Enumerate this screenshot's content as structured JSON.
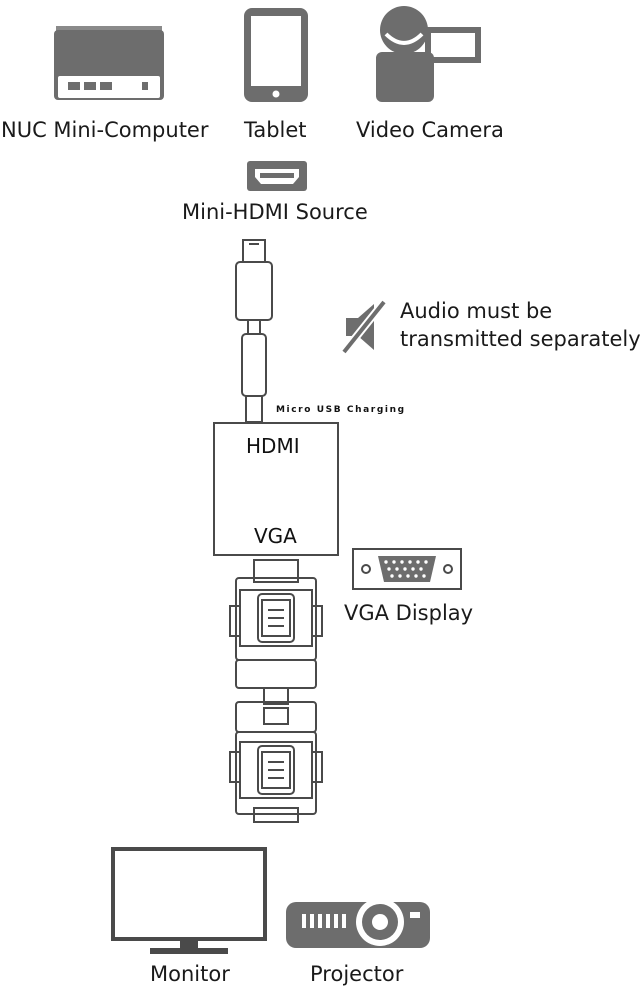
{
  "sources": {
    "nuc": "NUC Mini-Computer",
    "tablet": "Tablet",
    "camera": "Video Camera"
  },
  "source_port": "Mini-HDMI Source",
  "audio_note": {
    "line1": "Audio must be",
    "line2": "transmitted separately"
  },
  "adapter": {
    "usb_label": "Micro USB Charging",
    "input_label": "HDMI",
    "output_label": "VGA"
  },
  "vga_display": "VGA Display",
  "outputs": {
    "monitor": "Monitor",
    "projector": "Projector"
  },
  "colors": {
    "icon_fill": "#6d6d6d",
    "outline": "#4a4a4a",
    "text": "#1a1a1a",
    "background": "#ffffff"
  }
}
